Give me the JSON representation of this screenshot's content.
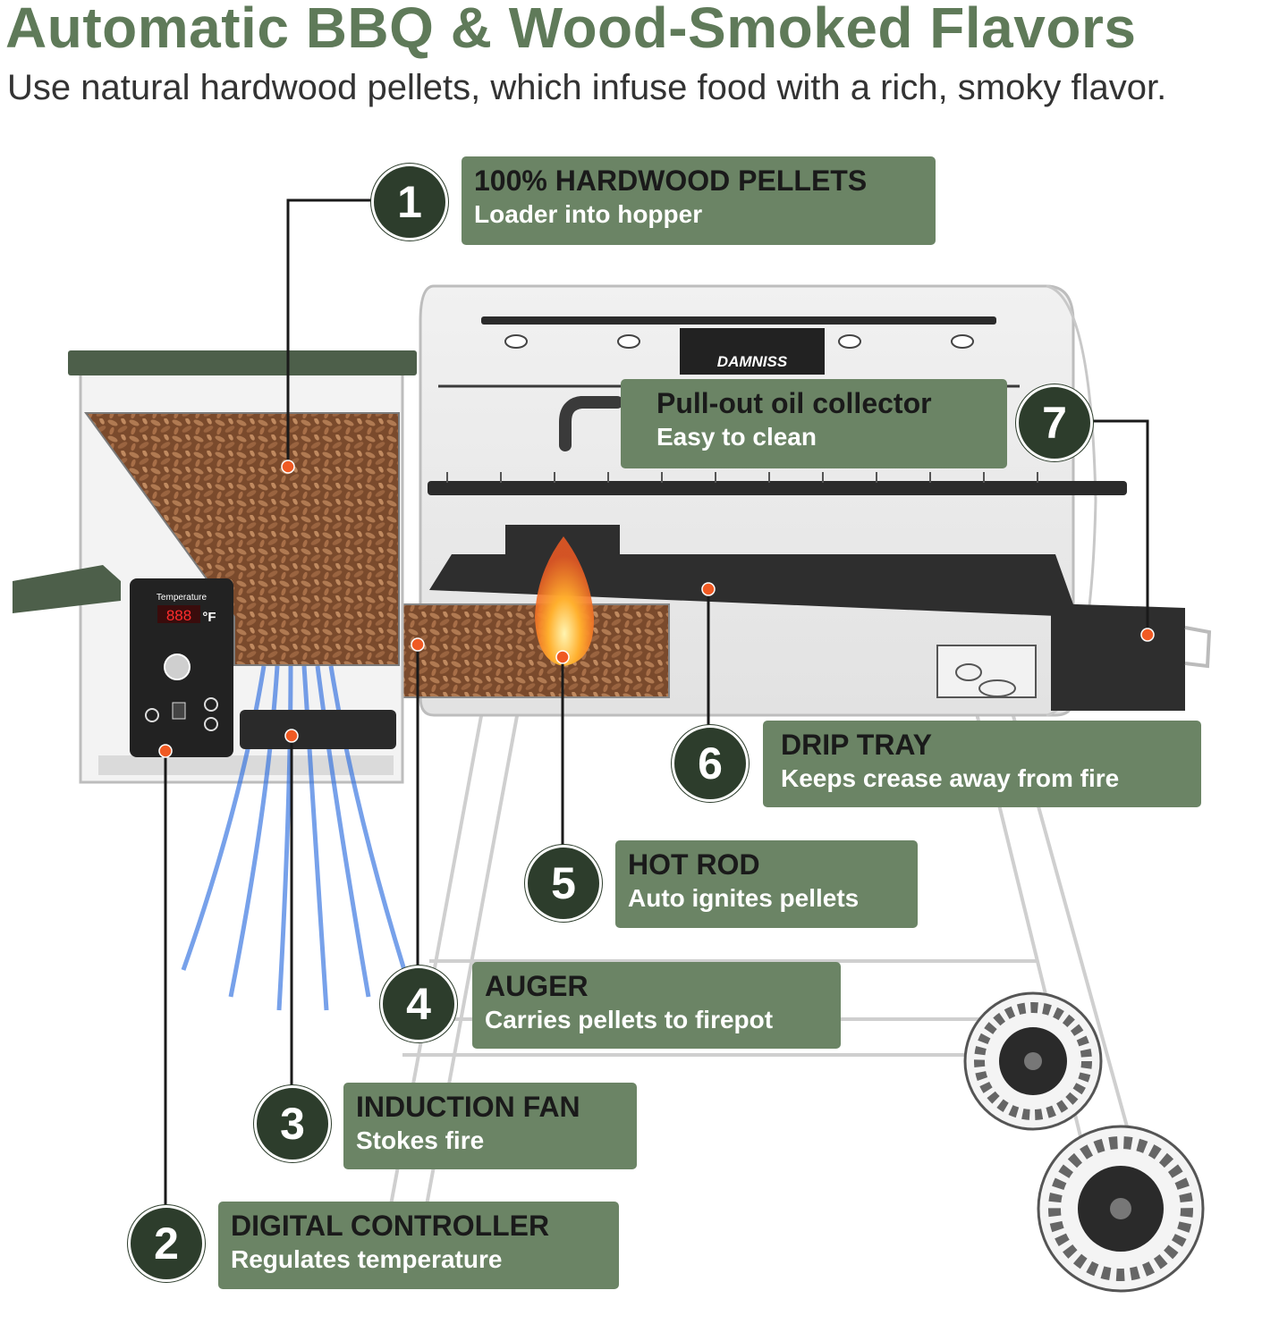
{
  "header": {
    "title": "Automatic BBQ & Wood-Smoked Flavors",
    "subtitle": "Use natural hardwood pellets, which infuse food with a rich, smoky flavor."
  },
  "brand": {
    "logo_text": "DAMNISS"
  },
  "controller": {
    "display": "888",
    "unit": "°F",
    "label": "Temperature"
  },
  "colors": {
    "title_green": "#5f7a59",
    "callout_green": "#6b8465",
    "badge_dark": "#2d3d2c",
    "marker_orange": "#f05a23",
    "airflow_blue": "#2f6fe0"
  },
  "callouts": [
    {
      "number": "1",
      "heading": "100% HARDWOOD PELLETS",
      "sub": "Loader into hopper"
    },
    {
      "number": "2",
      "heading": "DIGITAL CONTROLLER",
      "sub": "Regulates temperature"
    },
    {
      "number": "3",
      "heading": "INDUCTION FAN",
      "sub": "Stokes fire"
    },
    {
      "number": "4",
      "heading": "AUGER",
      "sub": "Carries pellets to firepot"
    },
    {
      "number": "5",
      "heading": "HOT ROD",
      "sub": "Auto ignites pellets"
    },
    {
      "number": "6",
      "heading": "DRIP TRAY",
      "sub": "Keeps crease away from fire"
    },
    {
      "number": "7",
      "heading": "Pull-out oil collector",
      "sub": "Easy to clean"
    }
  ]
}
